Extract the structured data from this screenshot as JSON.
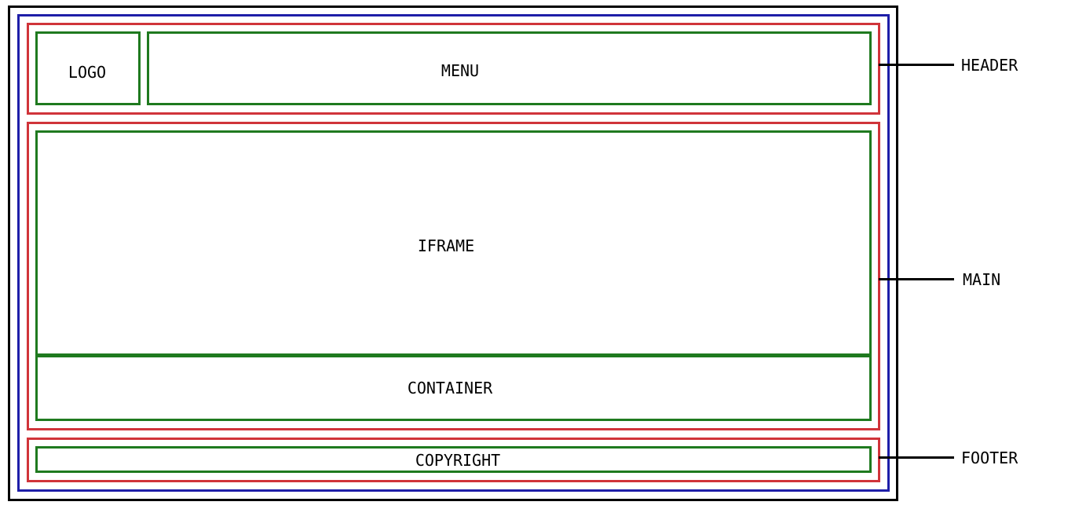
{
  "colors": {
    "outer": "#000000",
    "wrapper": "#1e1ea8",
    "section": "#d0343a",
    "element": "#1f7a1f"
  },
  "header": {
    "logo": "LOGO",
    "menu": "MENU",
    "label": "HEADER"
  },
  "main": {
    "iframe": "IFRAME",
    "container": "CONTAINER",
    "label": "MAIN"
  },
  "footer": {
    "copyright": "COPYRIGHT",
    "label": "FOOTER"
  }
}
